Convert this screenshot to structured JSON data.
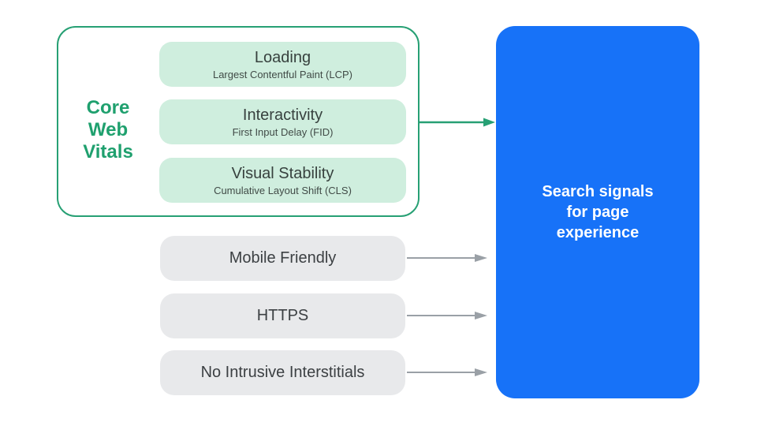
{
  "diagram": {
    "core_web_vitals": {
      "label": "Core\nWeb\nVitals",
      "items": [
        {
          "title": "Loading",
          "subtitle": "Largest Contentful Paint (LCP)"
        },
        {
          "title": "Interactivity",
          "subtitle": "First Input Delay (FID)"
        },
        {
          "title": "Visual Stability",
          "subtitle": "Cumulative Layout Shift (CLS)"
        }
      ]
    },
    "other_signals": [
      {
        "label": "Mobile Friendly"
      },
      {
        "label": "HTTPS"
      },
      {
        "label": "No Intrusive Interstitials"
      }
    ],
    "result": {
      "lines": [
        "Search signals",
        "for page",
        "experience"
      ]
    },
    "colors": {
      "green_accent": "#1fa06e",
      "green_outline": "#27a074",
      "light_green_fill": "#cfeede",
      "gray_fill": "#e8e9eb",
      "gray_arrow": "#9aa0a6",
      "blue_fill": "#1772f8",
      "dark_text": "#3c4043",
      "white_text": "#ffffff"
    }
  }
}
